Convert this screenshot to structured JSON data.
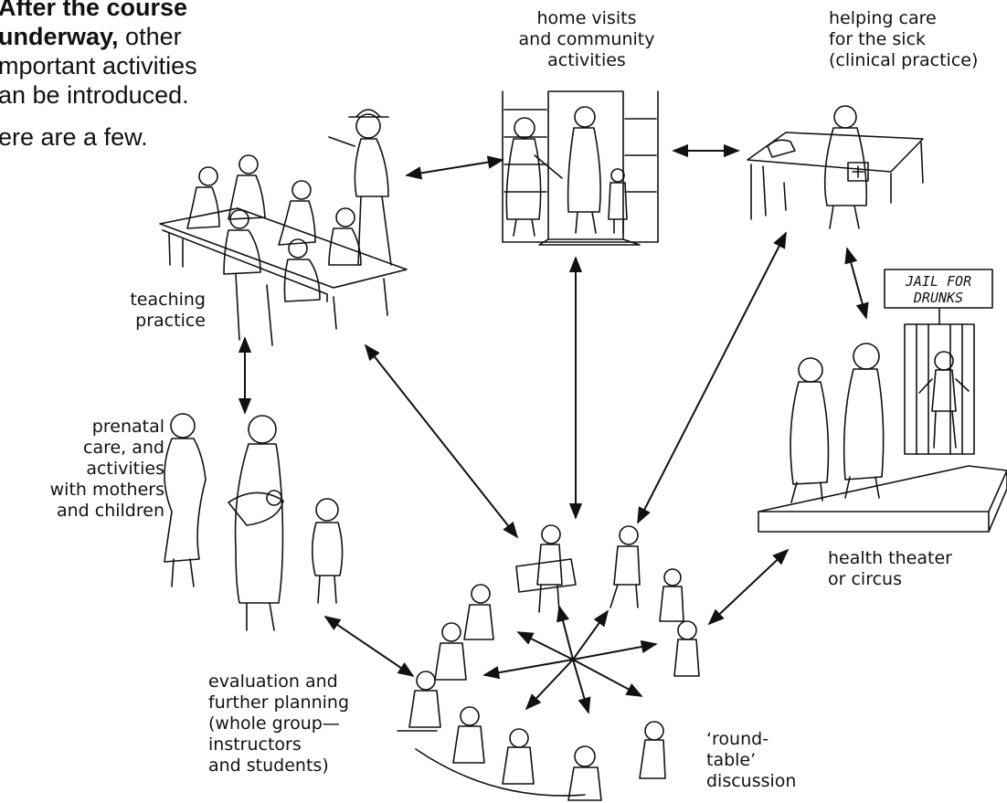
{
  "intro": {
    "l1_bold": "After the course",
    "l2_bold": "underway,",
    "l2_rest": " other",
    "l3": "mportant activities",
    "l4": "an be introduced.",
    "l5": "ere are a few."
  },
  "labels": {
    "home_visits": [
      "home visits",
      "and community",
      "activities"
    ],
    "helping_care": [
      "helping care",
      "for the sick",
      "(clinical practice)"
    ],
    "teaching": [
      "teaching",
      "practice"
    ],
    "prenatal": [
      "prenatal",
      "care, and",
      "activities",
      "with mothers",
      "and children"
    ],
    "health_theater": [
      "health theater",
      "or circus"
    ],
    "evaluation": [
      "evaluation and",
      "further planning",
      "(whole group—",
      "instructors",
      "and students)"
    ],
    "roundtable": [
      "‘round-",
      "table’",
      "discussion"
    ],
    "jail_sign": [
      "JAIL FOR",
      "DRUNKS"
    ]
  }
}
